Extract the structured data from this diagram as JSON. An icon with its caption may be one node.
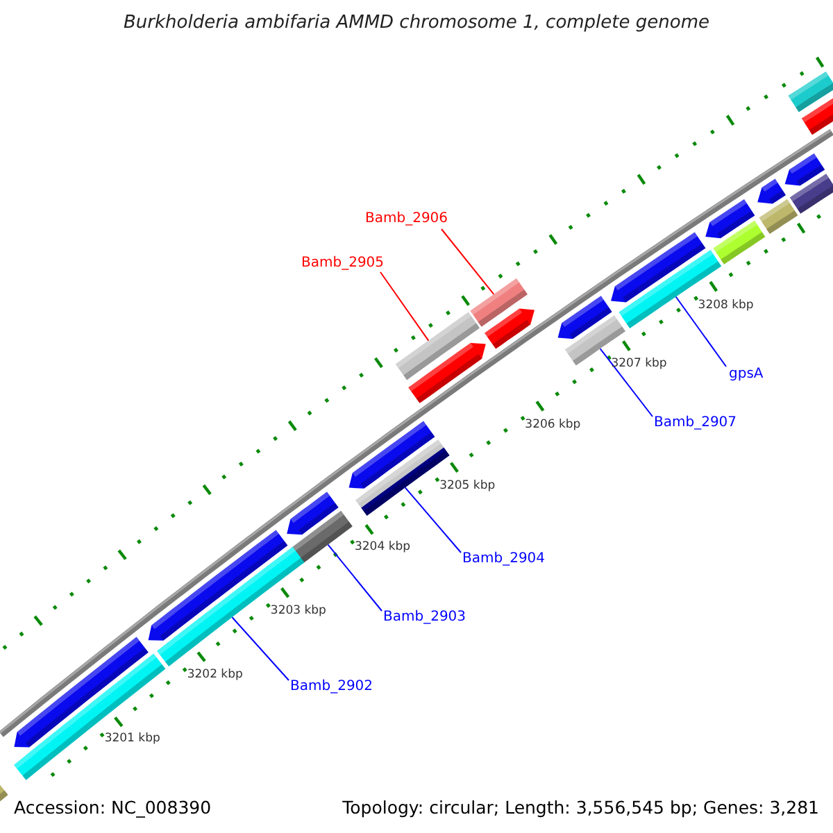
{
  "diagram": {
    "title": "Burkholderia ambifaria AMMD chromosome 1, complete genome",
    "nodes": [
      {
        "text": [
          "Bamb_2906"
        ]
      },
      {
        "text": [
          "Bamb_2905"
        ]
      },
      {
        "text": [
          "gpsA"
        ]
      },
      {
        "text": [
          "Bamb_2907"
        ]
      },
      {
        "text": [
          "Bamb_2904"
        ]
      },
      {
        "text": [
          "Bamb_2903"
        ]
      },
      {
        "text": [
          "Bamb_2902"
        ]
      },
      {
        "text": [],
        "shape": "bar"
      },
      {
        "text": [],
        "shape": "bar"
      },
      {
        "text": [],
        "shape": "bar"
      },
      {
        "text": [],
        "shape": "bar"
      },
      {
        "text": [],
        "shape": "bar"
      },
      {
        "text": [],
        "shape": "bar"
      },
      {
        "text": [],
        "shape": "bar"
      },
      {
        "text": [],
        "shape": "bar"
      },
      {
        "text": [],
        "shape": "bar"
      },
      {
        "text": [],
        "shape": "bar"
      },
      {
        "text": [],
        "shape": "bar"
      },
      {
        "text": [],
        "shape": "bar"
      },
      {
        "text": [],
        "shape": "bar"
      },
      {
        "text": [],
        "shape": "bar"
      },
      {
        "text": [],
        "shape": "bar"
      },
      {
        "text": [],
        "shape": "bar"
      },
      {
        "text": [],
        "shape": "bar"
      },
      {
        "text": [],
        "shape": "bar"
      },
      {
        "text": [],
        "shape": "bar"
      },
      {
        "text": [],
        "shape": "bar"
      },
      {
        "text": [],
        "shape": "bar"
      },
      {
        "text": [],
        "shape": "bar"
      },
      {
        "text": [],
        "shape": "bar"
      },
      {
        "text": [],
        "shape": "bar"
      },
      {
        "text": [],
        "shape": "bar"
      }
    ],
    "edges": [
      {
        "from": 0,
        "to": 9,
        "arrow": "none",
        "color": "#ff0000"
      },
      {
        "from": 1,
        "to": 11,
        "arrow": "none",
        "color": "#ff0000"
      },
      {
        "from": 2,
        "to": 25,
        "arrow": "none"
      },
      {
        "from": 3,
        "to": 26,
        "arrow": "none"
      },
      {
        "from": 4,
        "to": 27,
        "arrow": "none"
      },
      {
        "from": 5,
        "to": 28,
        "arrow": "none"
      },
      {
        "from": 6,
        "to": 29,
        "arrow": "none"
      }
    ],
    "labels": [
      "3208 kbp",
      "3207 kbp",
      "3206 kbp",
      "3205 kbp",
      "3204 kbp",
      "3203 kbp",
      "3202 kbp",
      "3201 kbp",
      "Accession: NC_008390",
      "Topology: circular; Length: 3,556,545 bp; Genes: 3,281"
    ]
  }
}
